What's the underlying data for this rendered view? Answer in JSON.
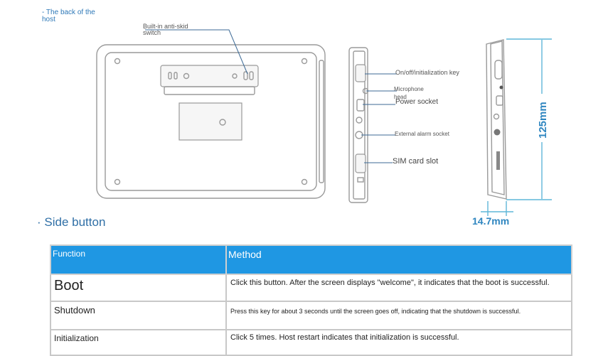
{
  "labels": {
    "back_of_host": "- The back of the host",
    "anti_skid": "Built-in anti-skid switch",
    "on_off_key": "On/off/initialization key",
    "microphone": "Microphone head",
    "power_socket": "Power socket",
    "alarm_socket": "External alarm socket",
    "sim_slot": "SIM card slot",
    "height_dim": "125mm",
    "depth_dim": "14.7mm"
  },
  "section": {
    "title": "· Side button"
  },
  "table": {
    "headers": [
      "Function",
      "Method"
    ],
    "rows": [
      {
        "function": "Boot",
        "method": "Click this button. After the screen displays \"welcome\", it indicates that the boot is successful."
      },
      {
        "function": "Shutdown",
        "method": "Press this key for about 3 seconds until the screen goes off, indicating that the shutdown is successful."
      },
      {
        "function": "Initialization",
        "method": "Click 5 times. Host restart indicates that initialization is successful."
      }
    ]
  },
  "colors": {
    "header_bg": "#1f97e3",
    "accent_text": "#2f79b8",
    "dimension_line": "#5fb7d8"
  }
}
